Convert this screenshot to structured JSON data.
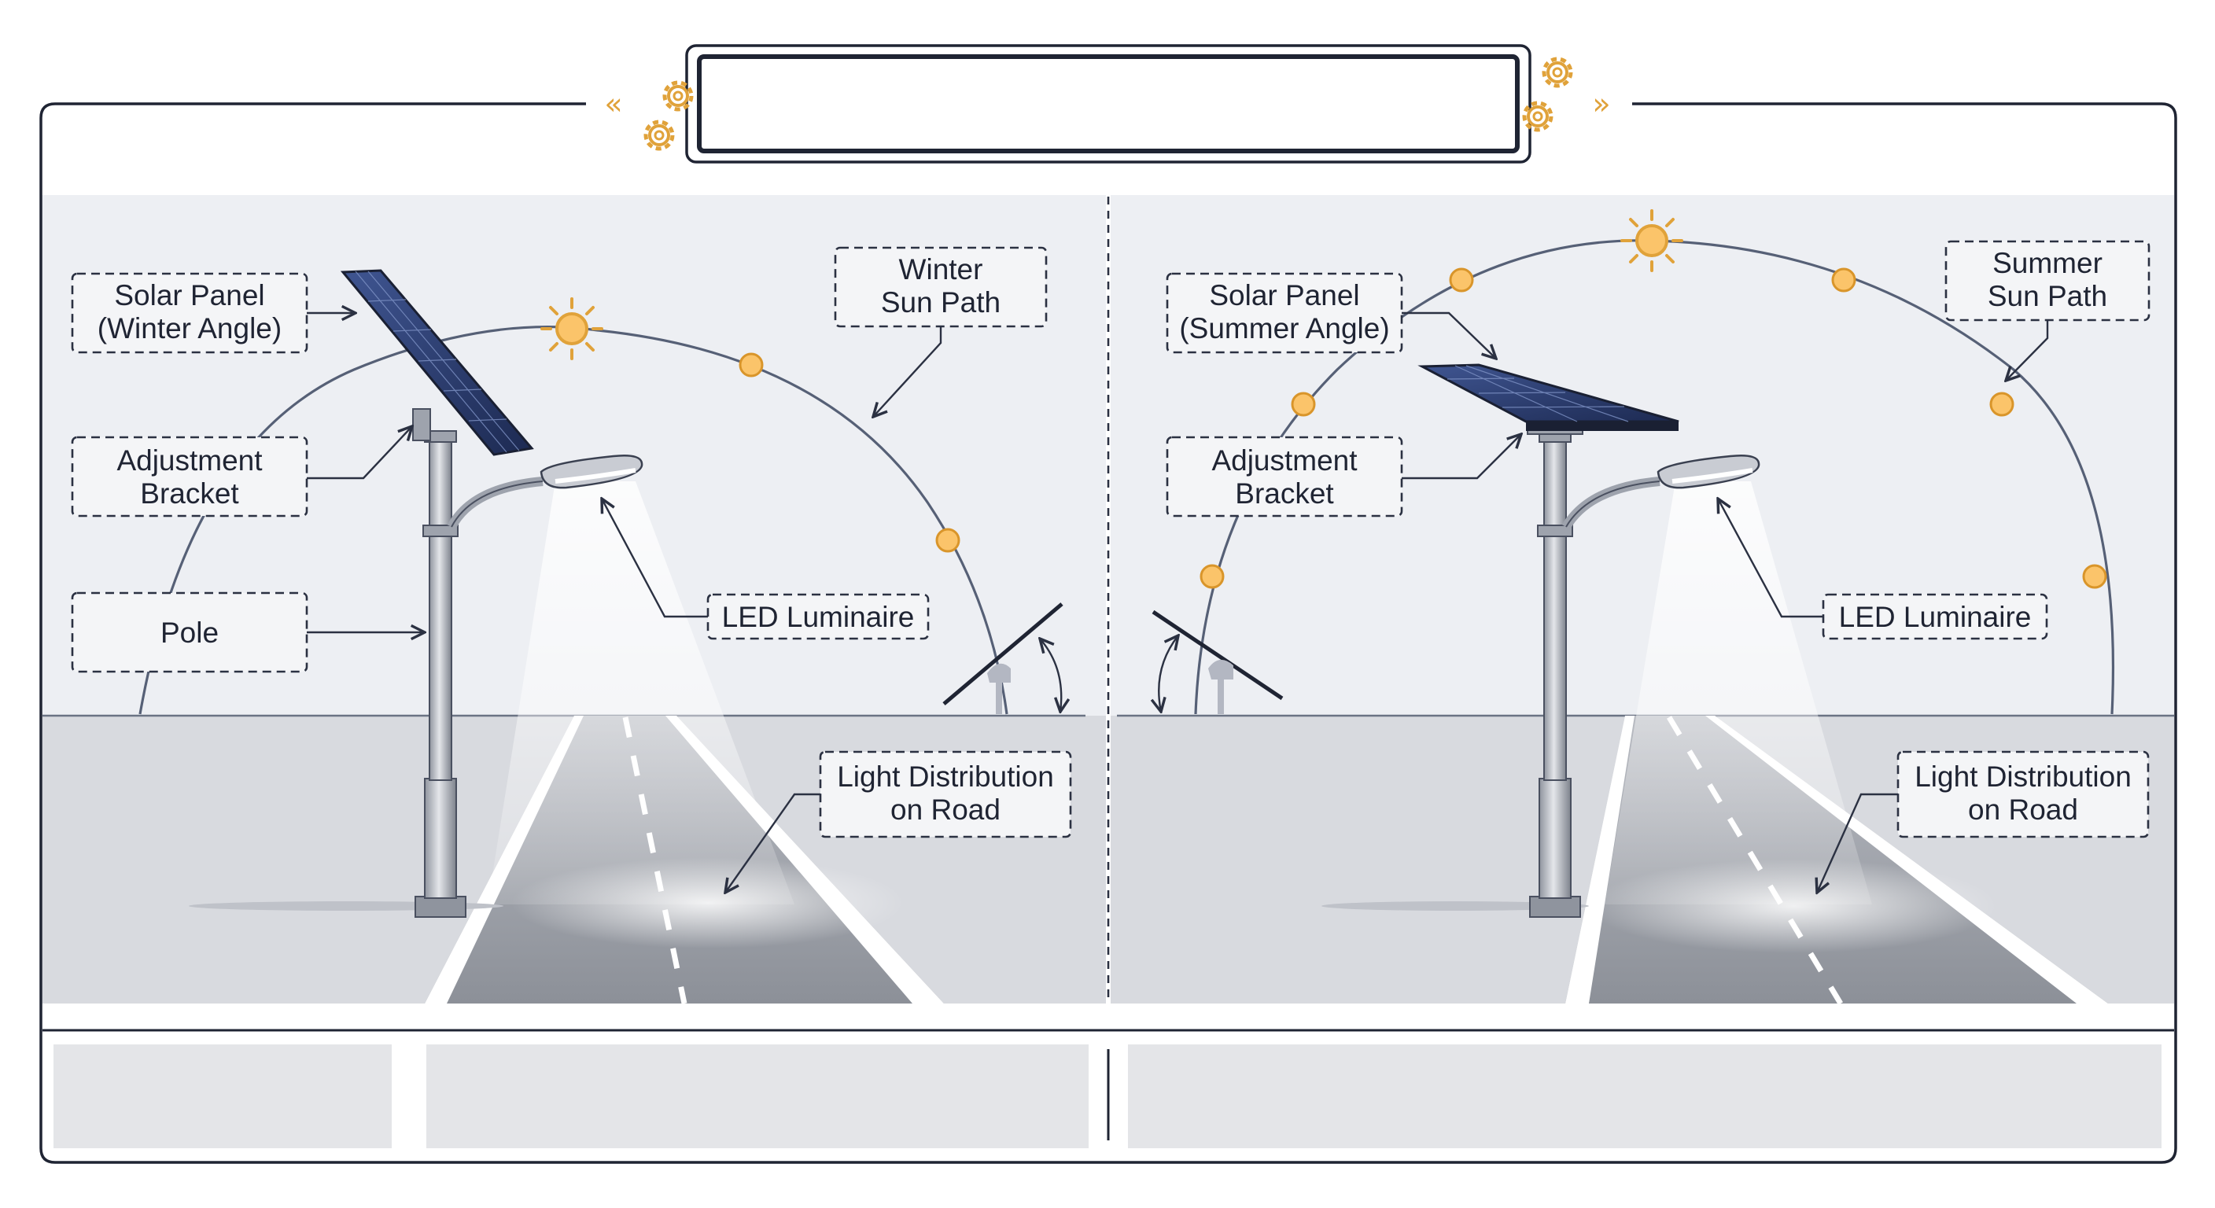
{
  "title_banner": "",
  "winter_scene": {
    "solar_panel_label": [
      "Solar Panel",
      "(Winter Angle)"
    ],
    "bracket_label": [
      "Adjustment",
      "Bracket"
    ],
    "pole_label": [
      "Pole"
    ],
    "sun_path_label": [
      "Winter",
      "Sun Path"
    ],
    "luminaire_label": [
      "LED Luminaire"
    ],
    "light_label": [
      "Light Distribution",
      "on Road"
    ]
  },
  "summer_scene": {
    "solar_panel_label": [
      "Solar Panel",
      "(Summer Angle)"
    ],
    "bracket_label": [
      "Adjustment",
      "Bracket"
    ],
    "sun_path_label": [
      "Summer",
      "Sun Path"
    ],
    "luminaire_label": [
      "LED Luminaire"
    ],
    "light_label": [
      "Light Distribution",
      "on Road"
    ]
  },
  "footer_panels": [
    "",
    "",
    ""
  ],
  "colors": {
    "sky": "#edeff3",
    "ground": "#d8dadf",
    "road": "#9a9ea6",
    "outline": "#1f2433",
    "sun": "#fbc46a",
    "gear": "#e0a23a",
    "panel": "#2c3c6b"
  },
  "icons": [
    "sun-icon",
    "gear-icon",
    "double-chevron-icon"
  ]
}
